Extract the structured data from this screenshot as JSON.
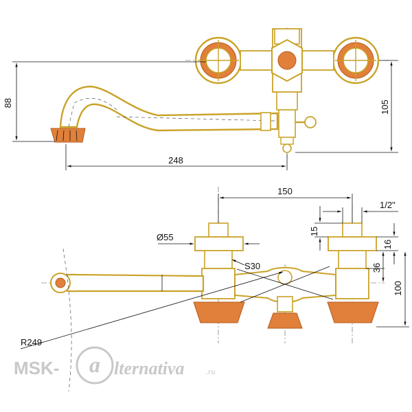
{
  "dimensions": {
    "spout_height": "88",
    "body_height": "105",
    "spout_length": "248",
    "center_distance": "150",
    "thread": "1/2\"",
    "diameter": "Ø55",
    "top_offset": "15",
    "nut_height": "16",
    "hex": "S30",
    "connector_height": "36",
    "total_height": "100",
    "radius": "R249"
  },
  "watermark": {
    "brand_left": "MSK-",
    "brand_letter": "a",
    "brand_right": "lternativa",
    "domain": ".ru"
  },
  "colors": {
    "ink": "#111111",
    "gold": "#c9a227",
    "orange": "#e0803a",
    "watermark": "#c8c8c8"
  }
}
